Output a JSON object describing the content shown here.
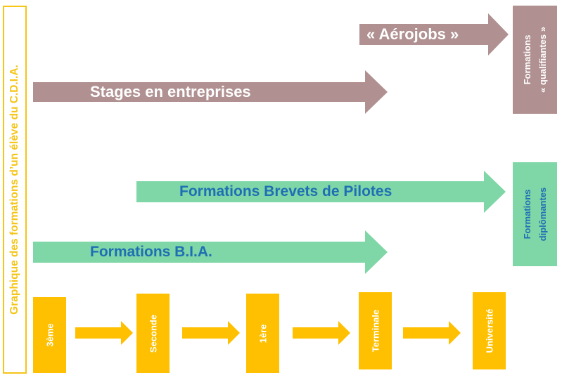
{
  "side_title": "Graphique des formations d’un élève du C.D.I.A.",
  "arrows": {
    "aerojobs": "« Aérojobs »",
    "stages": "Stages en entreprises",
    "brevets": "Formations Brevets de Pilotes",
    "bia": "Formations B.I.A."
  },
  "boxes": {
    "qualifiantes": {
      "line1": "Formations",
      "line2": "« qualifiantes »"
    },
    "diplomantes": {
      "line1": "Formations",
      "line2": "diplômantes"
    }
  },
  "stages": [
    "3ème",
    "Seconde",
    "1ère",
    "Terminale",
    "Université"
  ],
  "colors": {
    "mauve": "#b09090",
    "green": "#7fd6a6",
    "yellow": "#fec000",
    "title_yellow": "#f5c518",
    "blue_text": "#1f6fb4",
    "white": "#ffffff"
  }
}
